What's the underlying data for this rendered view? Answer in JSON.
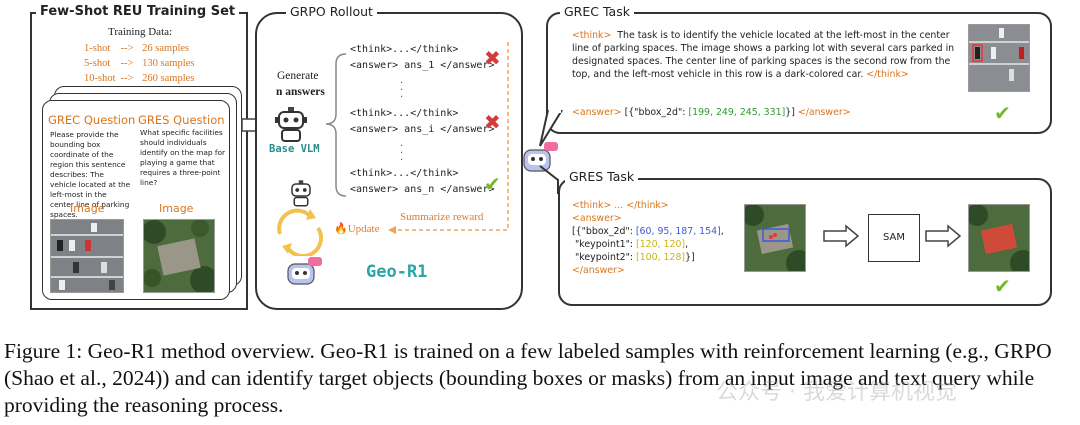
{
  "training": {
    "title": "Few-Shot REU Training Set",
    "subtitle": "Training Data:",
    "rows": [
      {
        "shot": "1-shot",
        "arrow": "-->",
        "samples": "26 samples"
      },
      {
        "shot": "5-shot",
        "arrow": "-->",
        "samples": "130 samples"
      },
      {
        "shot": "10-shot",
        "arrow": "-->",
        "samples": "260 samples"
      }
    ],
    "grec_question_title": "GREC Question",
    "grec_question_text": "Please provide the bounding box coordinate of the region this sentence describes: The vehicle located at the left-most in the center line of parking spaces.",
    "gres_question_title": "GRES Question",
    "gres_question_text": "What specific facilities should individuals identify on the map for playing a game that requires a three-point line?",
    "image_label_1": "Image",
    "image_label_2": "Image"
  },
  "rollout": {
    "title": "GRPO Rollout",
    "generate_label": "Generate",
    "n_answers_label": "n answers",
    "base_vlm_label": "Base VLM",
    "answers": [
      {
        "think": "<think>...</think>",
        "answer": "<answer> ans_1 </answer>",
        "mark": "✖"
      },
      {
        "think": "<think>...</think>",
        "answer": "<answer> ans_i </answer>",
        "mark": "✖"
      },
      {
        "think": "<think>...</think>",
        "answer": "<answer> ans_n </answer>",
        "mark": "✔"
      }
    ],
    "summarize_label": "Summarize reward",
    "update_label": "Update",
    "model_name": "Geo-R1"
  },
  "grec_task": {
    "title": "GREC Task",
    "think_open": "<think>",
    "think_text": "The task is to identify the vehicle located at the left-most in the center line of parking spaces. The image shows a parking lot with several cars parked in designated spaces. The center line of parking spaces is the second row from the top, and the left-most vehicle in this row is a dark-colored car.",
    "think_close": "</think>",
    "answer_open": "<answer>",
    "answer_prefix": "[{\"bbox_2d\": ",
    "answer_value": "[199, 249, 245, 331]",
    "answer_suffix": "}]",
    "answer_close": "</answer>",
    "mark": "✔"
  },
  "gres_task": {
    "title": "GRES Task",
    "think_line": "<think> ... </think>",
    "answer_open": "<answer>",
    "bbox_key": "[{\"bbox_2d\": ",
    "bbox_value": "[60, 95, 187, 154]",
    "kp1_key": "\"keypoint1\": ",
    "kp1_value": "[120, 120]",
    "kp2_key": "\"keypoint2\": ",
    "kp2_value": "[100, 128]",
    "kp2_suffix": "}]",
    "answer_close": "</answer>",
    "sam_label": "SAM",
    "mark": "✔"
  },
  "caption": {
    "text": "Figure 1: Geo-R1 method overview. Geo-R1 is trained on a few labeled samples with reinforcement learning (e.g., GRPO (Shao et al., 2024)) and can identify target objects (bounding boxes or masks) from an input image and text query while providing the reasoning process.",
    "watermark": "公众号 · 我爱计算机视觉"
  },
  "colors": {
    "orange": "#d9761c",
    "green": "#2e9b2e",
    "red": "#d63a3a",
    "blue": "#3b5bd9",
    "yellow": "#c9b41a"
  }
}
